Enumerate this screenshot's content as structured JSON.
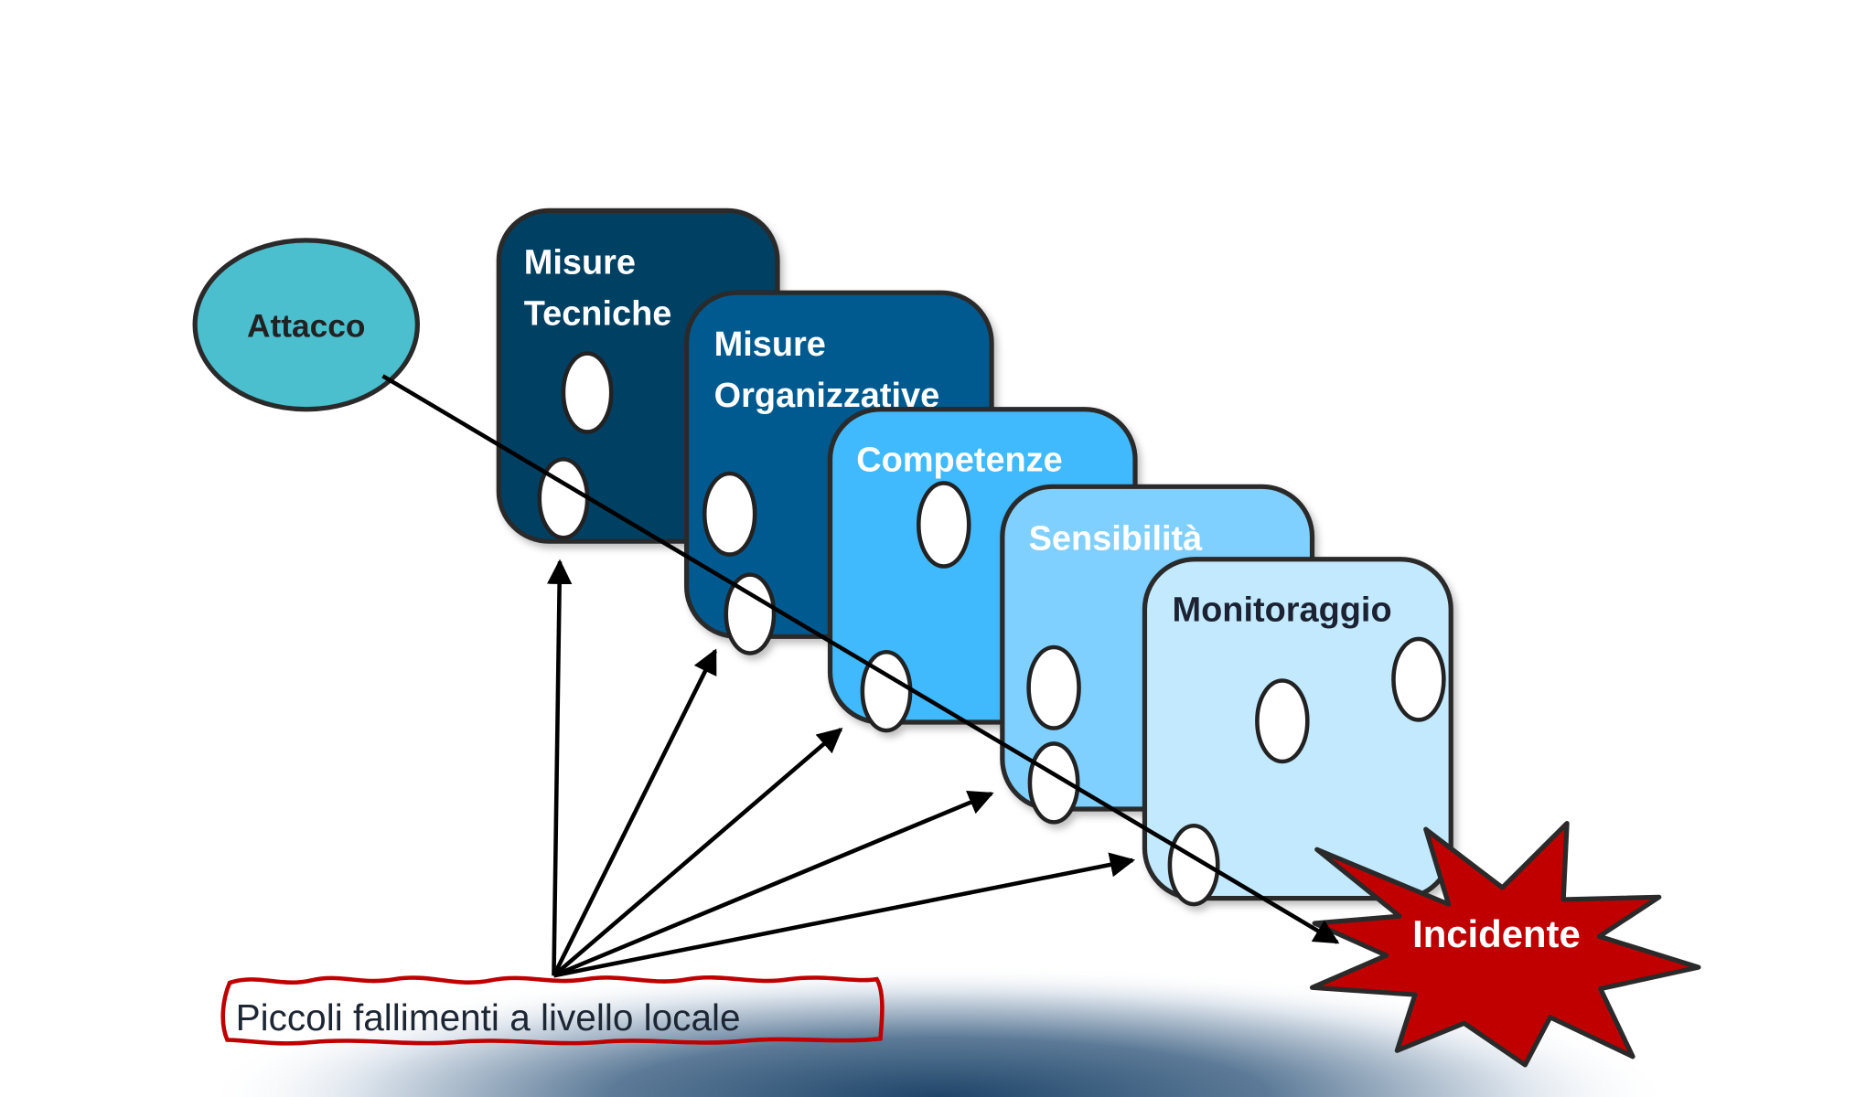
{
  "diagram": {
    "type": "swiss-cheese-model",
    "attack": {
      "label": "Attacco",
      "color": "#4BBFCE"
    },
    "layers": [
      {
        "label_lines": [
          "Misure",
          "Tecniche"
        ],
        "color": "#003F63",
        "text_color": "#ffffff"
      },
      {
        "label_lines": [
          "Misure",
          "Organizzative"
        ],
        "color": "#005A8F",
        "text_color": "#ffffff"
      },
      {
        "label_lines": [
          "Competenze"
        ],
        "color": "#40BAFD",
        "text_color": "#ffffff"
      },
      {
        "label_lines": [
          "Sensibilità"
        ],
        "color": "#80D0FF",
        "text_color": "#ffffff"
      },
      {
        "label_lines": [
          "Monitoraggio"
        ],
        "color": "#C2E9FE",
        "text_color": "#1a2330"
      }
    ],
    "incident": {
      "label": "Incidente",
      "color": "#C00000"
    },
    "failures": {
      "label": "Piccoli fallimenti a livello locale",
      "border_color": "#C00000"
    },
    "background_accent": "#1F4569"
  }
}
